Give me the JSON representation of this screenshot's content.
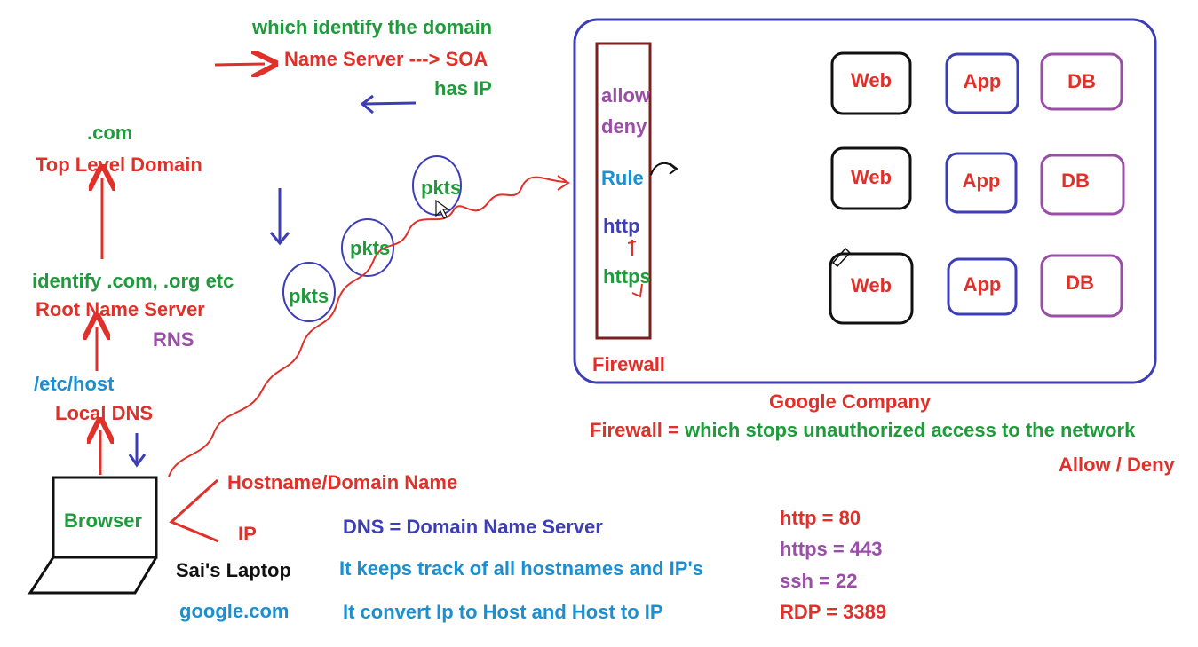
{
  "dns": {
    "which_identify": "which identify the domain",
    "name_server": "Name Server ---> SOA",
    "has_ip": "has IP",
    "dot_com": ".com",
    "tld": "Top Level Domain",
    "identify": "identify .com, .org etc",
    "root": "Root Name Server",
    "rns": "RNS",
    "etc_host": "/etc/host",
    "local_dns": "Local DNS"
  },
  "laptop": {
    "browser": "Browser",
    "owner": "Sai's Laptop",
    "site": "google.com",
    "hostname": "Hostname/Domain Name",
    "ip": "IP"
  },
  "packets": [
    "pkts",
    "pkts",
    "pkts"
  ],
  "definitions": {
    "dns_def": "DNS = Domain Name Server",
    "keeps_track": "It keeps track of all hostnames and IP's",
    "convert": "It convert Ip to Host and Host to IP"
  },
  "ports": [
    {
      "name": "http",
      "port": "80",
      "label": "http = 80"
    },
    {
      "name": "https",
      "port": "443",
      "label": "https = 443"
    },
    {
      "name": "ssh",
      "port": "22",
      "label": "ssh = 22"
    },
    {
      "name": "RDP",
      "port": "3389",
      "label": "RDP = 3389"
    }
  ],
  "firewall": {
    "allow": "allow",
    "deny": "deny",
    "rule": "Rule",
    "http": "http",
    "https": "https",
    "label": "Firewall"
  },
  "company": {
    "name": "Google Company",
    "firewall_prefix": "Firewall = ",
    "firewall_desc": "which stops unauthorized access to the network",
    "allow_deny": "Allow / Deny"
  },
  "servers": [
    {
      "web": "Web",
      "app": "App",
      "db": "DB"
    },
    {
      "web": "Web",
      "app": "App",
      "db": "DB"
    },
    {
      "web": "Web",
      "app": "App",
      "db": "DB"
    }
  ],
  "colors": {
    "red": "#e0302a",
    "green": "#1f9b3c",
    "blue": "#3d3db6",
    "purple": "#9a4ea8",
    "cyan": "#1a8fd1",
    "firewall_border": "#7a1f1f"
  }
}
